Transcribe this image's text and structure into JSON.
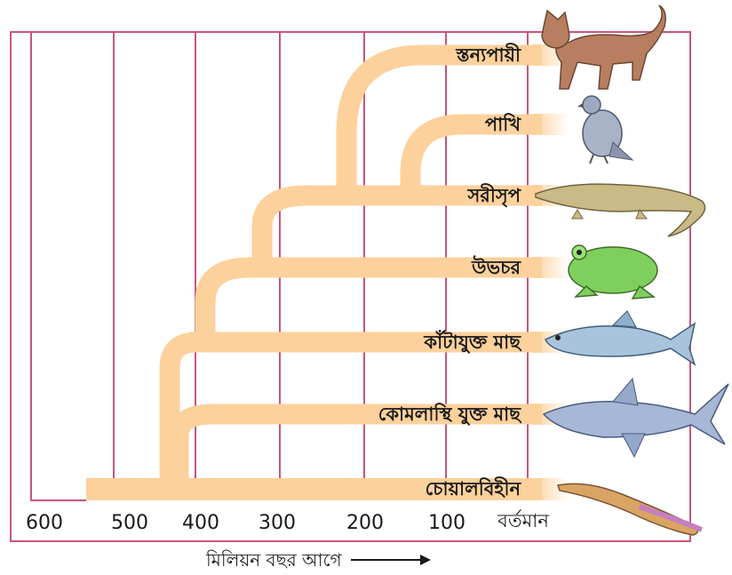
{
  "lineages": [
    {
      "id": "mammals",
      "label": "স্তন্যপায়ী",
      "icon": "cat-icon"
    },
    {
      "id": "birds",
      "label": "পাখি",
      "icon": "pigeon-icon"
    },
    {
      "id": "reptiles",
      "label": "সরীসৃপ",
      "icon": "crocodile-icon"
    },
    {
      "id": "amphibians",
      "label": "উভচর",
      "icon": "frog-icon"
    },
    {
      "id": "bony-fish",
      "label": "কাঁটাযুক্ত মাছ",
      "icon": "fish-icon"
    },
    {
      "id": "cartilaginous-fish",
      "label": "কোমলাস্থি যুক্ত মাছ",
      "icon": "shark-icon"
    },
    {
      "id": "jawless",
      "label": "চোয়ালবিহীন",
      "icon": "lamprey-icon"
    }
  ],
  "time_axis": {
    "ticks": [
      "600",
      "500",
      "400",
      "300",
      "200",
      "100"
    ],
    "present_label": "বর্তমান",
    "caption": "মিলিয়ন বছর আগে"
  },
  "colors": {
    "branch": "#fcd19c",
    "gridline": "#c8557a",
    "frame": "#c8557a",
    "text": "#1a1a1a"
  }
}
